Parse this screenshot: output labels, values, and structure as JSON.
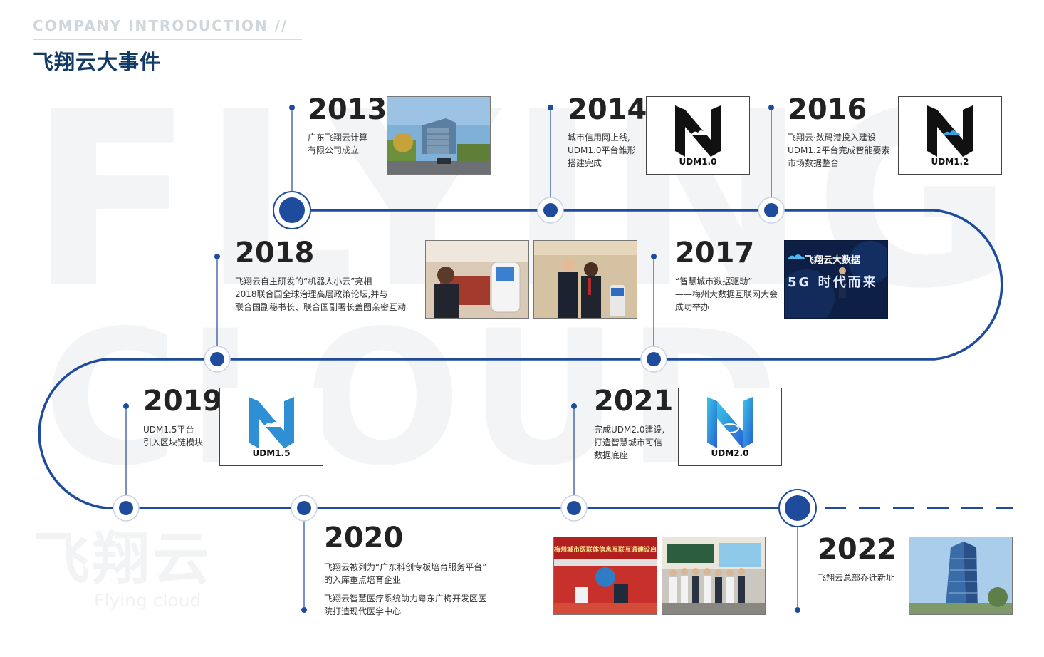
{
  "header": {
    "subtitle": "COMPANY INTRODUCTION //",
    "title": "飞翔云大事件"
  },
  "watermark": {
    "word1": "FLYING",
    "word2": "CLOUD",
    "logo_cn": "飞翔云",
    "logo_en": "Flying cloud"
  },
  "colors": {
    "track": "#1e4b9b",
    "node": "#1e4b9b",
    "year": "#222222",
    "title": "#143a66"
  },
  "events": [
    {
      "year": "2013",
      "lines": [
        "广东飞翔云计算",
        "有限公司成立"
      ],
      "image": "building-photo"
    },
    {
      "year": "2014",
      "lines": [
        "城市信用网上线,",
        "UDM1.0平台雏形",
        "搭建完成"
      ],
      "logo_caption": "UDM1.0"
    },
    {
      "year": "2016",
      "lines": [
        "飞翔云·数码港投入建设",
        "UDM1.2平台完成智能要素",
        "市场数据整合"
      ],
      "logo_caption": "UDM1.2"
    },
    {
      "year": "2018",
      "lines": [
        "飞翔云自主研发的“机器人小云”亮相",
        "2018联合国全球治理高层政策论坛,并与",
        "联合国副秘书长、联合国副署长盖图亲密互动"
      ],
      "images": [
        "robot-interaction-photo",
        "group-photo"
      ]
    },
    {
      "year": "2017",
      "lines": [
        "“智慧城市数据驱动”",
        "——梅州大数据互联网大会",
        "成功举办"
      ],
      "banner_title": "飞翔云大数据",
      "banner_text": "5G 时代而来"
    },
    {
      "year": "2019",
      "lines": [
        "UDM1.5平台",
        "引入区块链模块"
      ],
      "logo_caption": "UDM1.5"
    },
    {
      "year": "2021",
      "lines": [
        "完成UDM2.0建设,",
        "打造智慧城市可信",
        "数据底座"
      ],
      "logo_caption": "UDM2.0"
    },
    {
      "year": "2020",
      "lines": [
        "飞翔云被列为“广东科创专板培育服务平台”",
        "的入库重点培育企业"
      ],
      "lines2": [
        "飞翔云智慧医疗系统助力粤东广梅开发区医",
        "院打造现代医学中心"
      ],
      "images": [
        "signing-ceremony-photo",
        "conference-photo"
      ],
      "photo_banner": "梅州城市医联体信息互联互通建设启"
    },
    {
      "year": "2022",
      "lines": [
        "飞翔云总部乔迁新址"
      ],
      "image": "headquarters-photo"
    }
  ]
}
